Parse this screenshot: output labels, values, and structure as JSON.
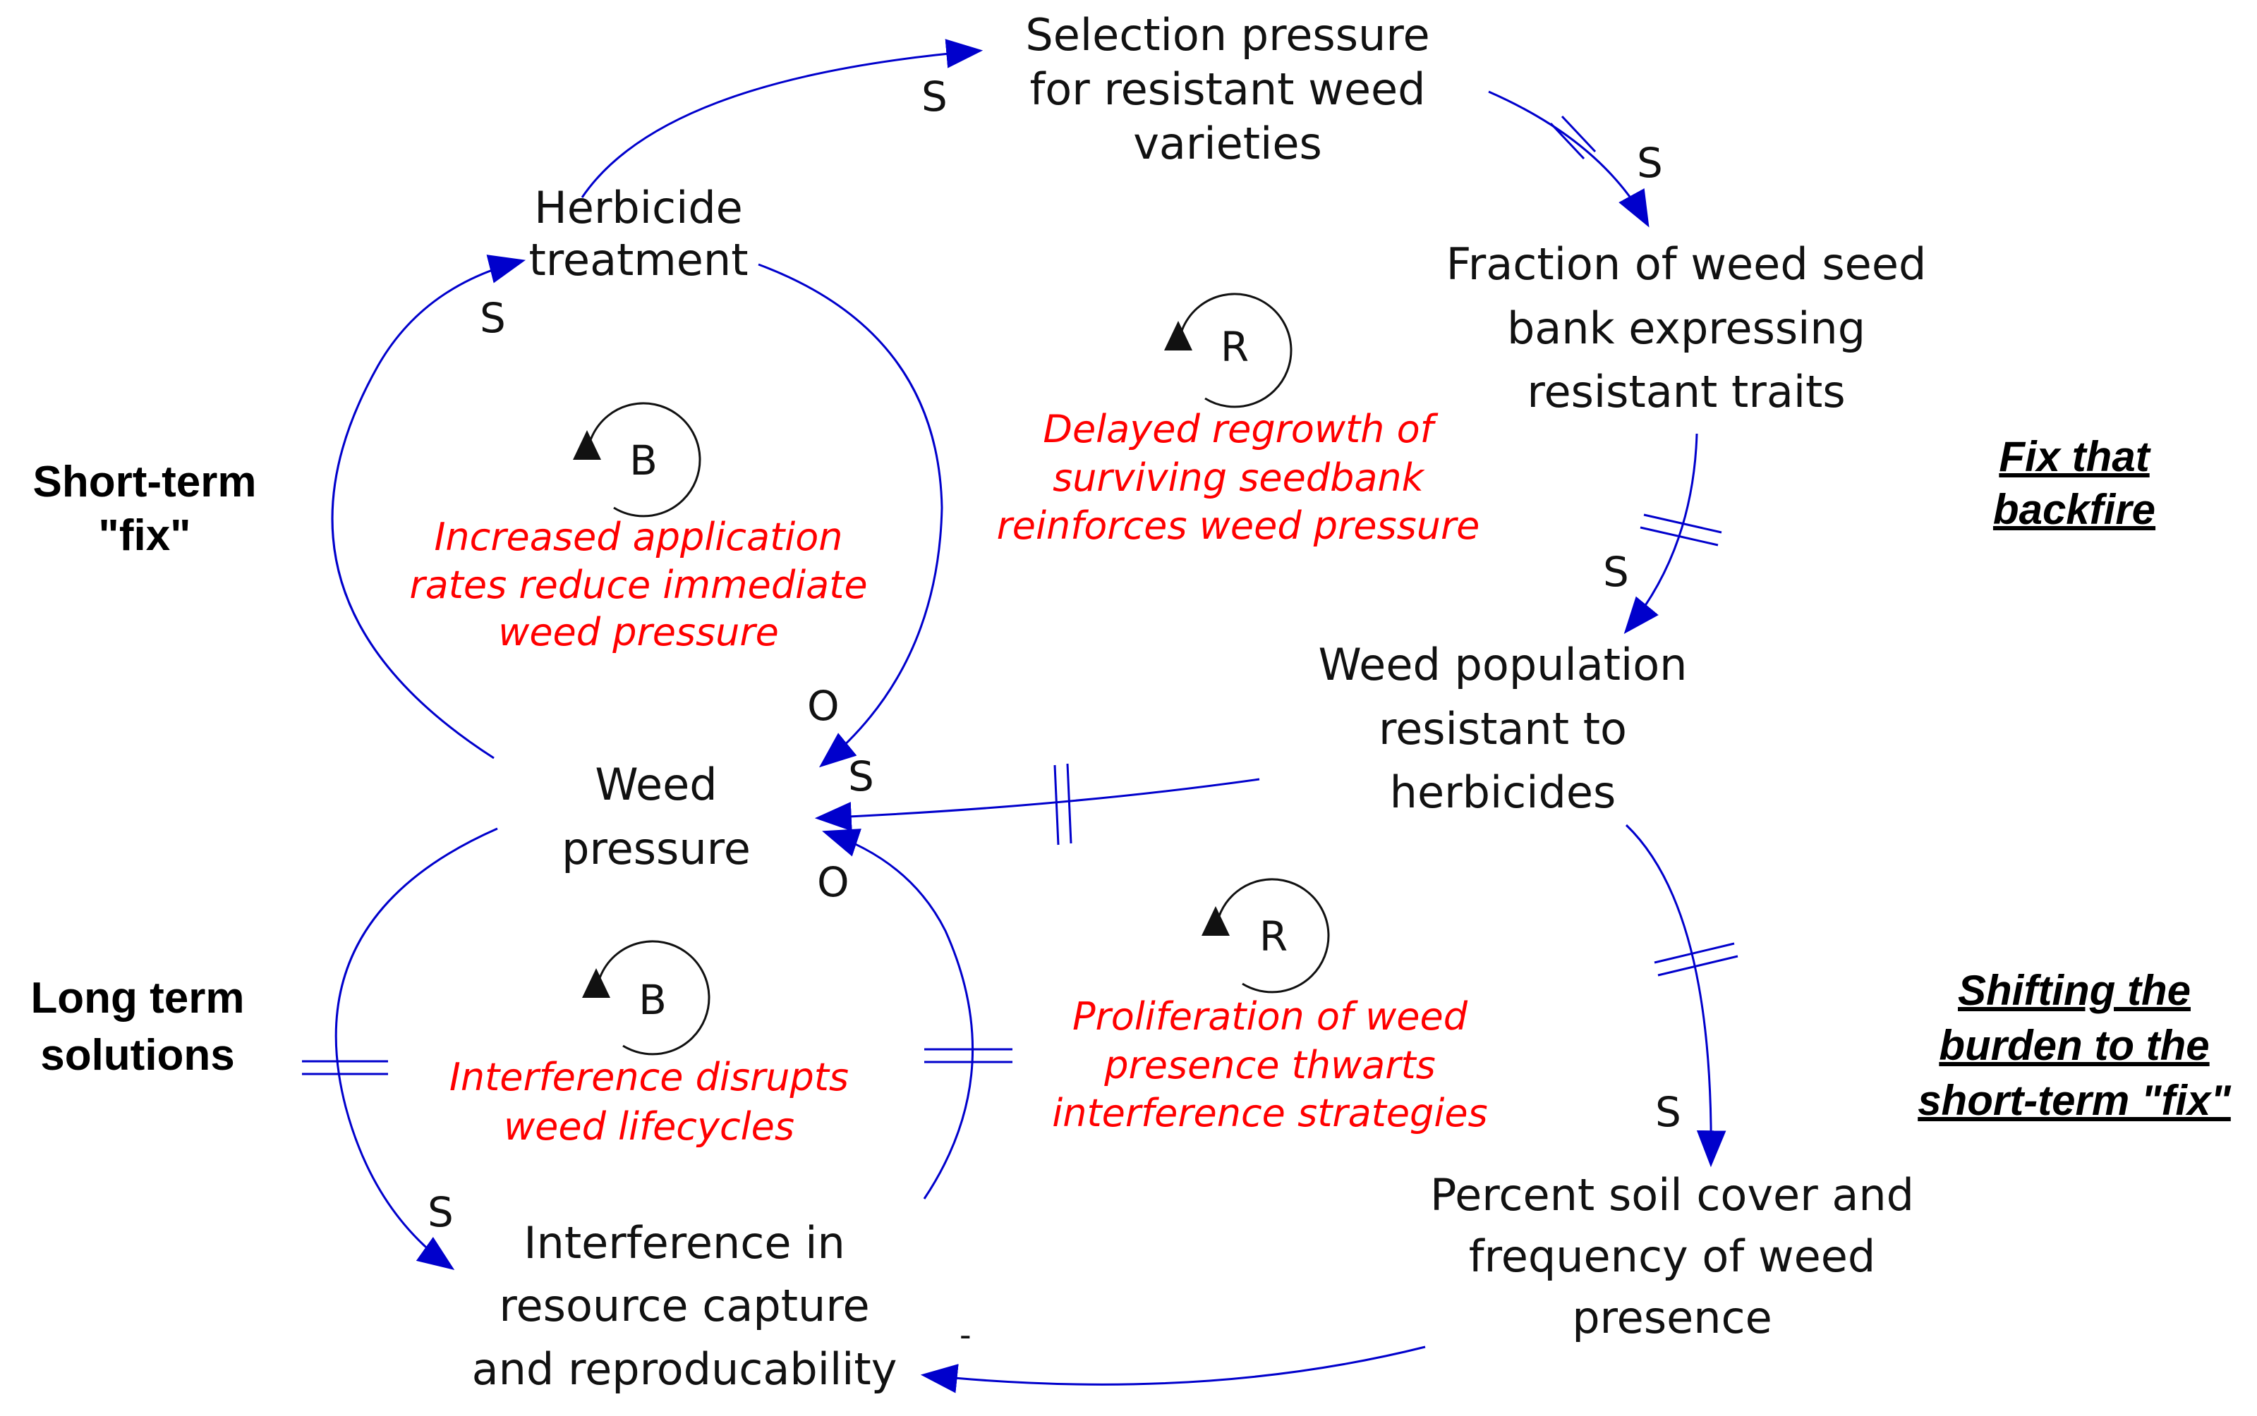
{
  "nodes": {
    "herbicide_treatment": "Herbicide\ntreatment",
    "selection_pressure": "Selection pressure\nfor resistant weed\nvarieties",
    "fraction_seed_bank": "Fraction of weed seed\nbank expressing\nresistant traits",
    "weed_population_resistant": "Weed population\nresistant to\nherbicides",
    "weed_pressure": "Weed\npressure",
    "interference": "Interference in\nresource capture\nand reproducability",
    "percent_soil_cover": "Percent soil cover and\nfrequency of weed\npresence"
  },
  "loops": {
    "b_top": {
      "type": "B",
      "description": "Increased application\nrates reduce immediate\nweed pressure"
    },
    "r_top": {
      "type": "R",
      "description": "Delayed regrowth of\nsurviving seedbank\nreinforces weed pressure"
    },
    "b_bottom": {
      "type": "B",
      "description": "Interference disrupts\nweed lifecycles"
    },
    "r_bottom": {
      "type": "R",
      "description": "Proliferation of weed\npresence thwarts\ninterference strategies"
    }
  },
  "side_labels": {
    "short_term": "Short-term\n\"fix\"",
    "long_term": "Long term\nsolutions"
  },
  "archetypes": {
    "fix_that_backfire": "Fix that\nbackfire",
    "shifting_burden": "Shifting the\nburden to the\nshort-term \"fix\""
  },
  "polarities": {
    "herbicide_to_selection": "S",
    "selection_to_fraction": "S",
    "fraction_to_population": "S",
    "population_to_soilcover": "S",
    "weedpressure_to_herbicide": "S",
    "herbicide_to_weedpressure": "O",
    "population_to_weedpressure": "S",
    "interference_to_weedpressure": "O",
    "weedpressure_to_interference": "S",
    "soilcover_to_interference": "-"
  },
  "colors": {
    "arrow": "#0000cc",
    "loop_text": "#ff0000",
    "node_text": "#111111"
  }
}
